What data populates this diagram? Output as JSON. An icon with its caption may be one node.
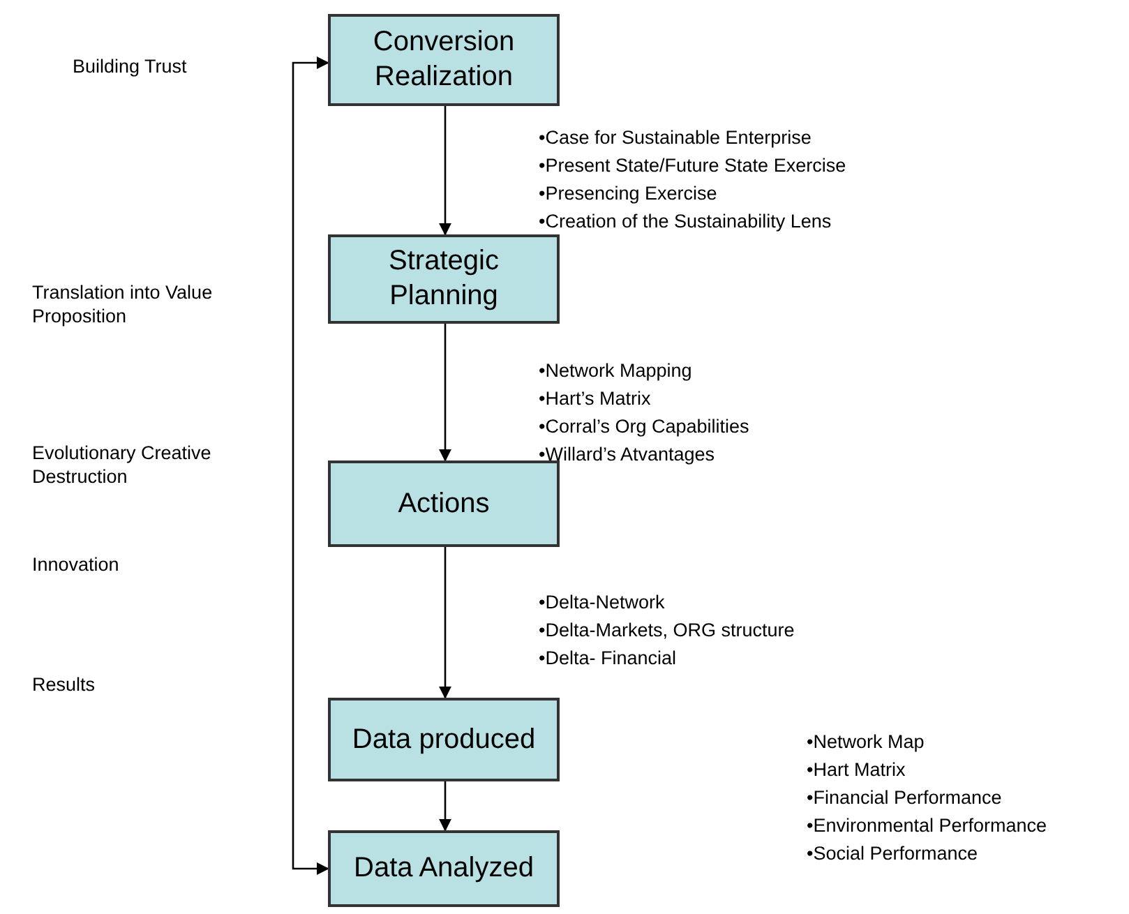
{
  "diagram": {
    "nodes": [
      {
        "text": [
          "Conversion Realization"
        ]
      },
      {
        "text": [
          "Strategic Planning"
        ]
      },
      {
        "text": [
          "Actions"
        ]
      },
      {
        "text": [
          "Data produced"
        ]
      },
      {
        "text": [
          "Data Analyzed"
        ]
      }
    ],
    "edges": [
      {
        "from": 0,
        "to": 1,
        "arrow": "to"
      },
      {
        "from": 1,
        "to": 2,
        "arrow": "to"
      },
      {
        "from": 2,
        "to": 3,
        "arrow": "to"
      },
      {
        "from": 3,
        "to": 4,
        "arrow": "to"
      },
      {
        "from": 4,
        "to": 0,
        "arrow": "both"
      }
    ],
    "labels": [
      "Building Trust",
      "•Case for Sustainable Enterprise",
      "•Present State/Future State Exercise",
      "•Presencing Exercise",
      "•Creation of the Sustainability Lens",
      "Translation into Value Proposition",
      "•Network Mapping",
      "•Hart’s Matrix",
      "•Corral’s Org Capabilities",
      "•Willard’s Atvantages",
      "Evolutionary Creative Destruction",
      "Innovation",
      "•Delta-Network",
      "•Delta-Markets, ORG structure",
      "•Delta- Financial",
      "Results",
      "•Network Map",
      "•Hart Matrix",
      "•Financial Performance",
      "•Environmental Performance",
      "•Social Performance"
    ]
  }
}
